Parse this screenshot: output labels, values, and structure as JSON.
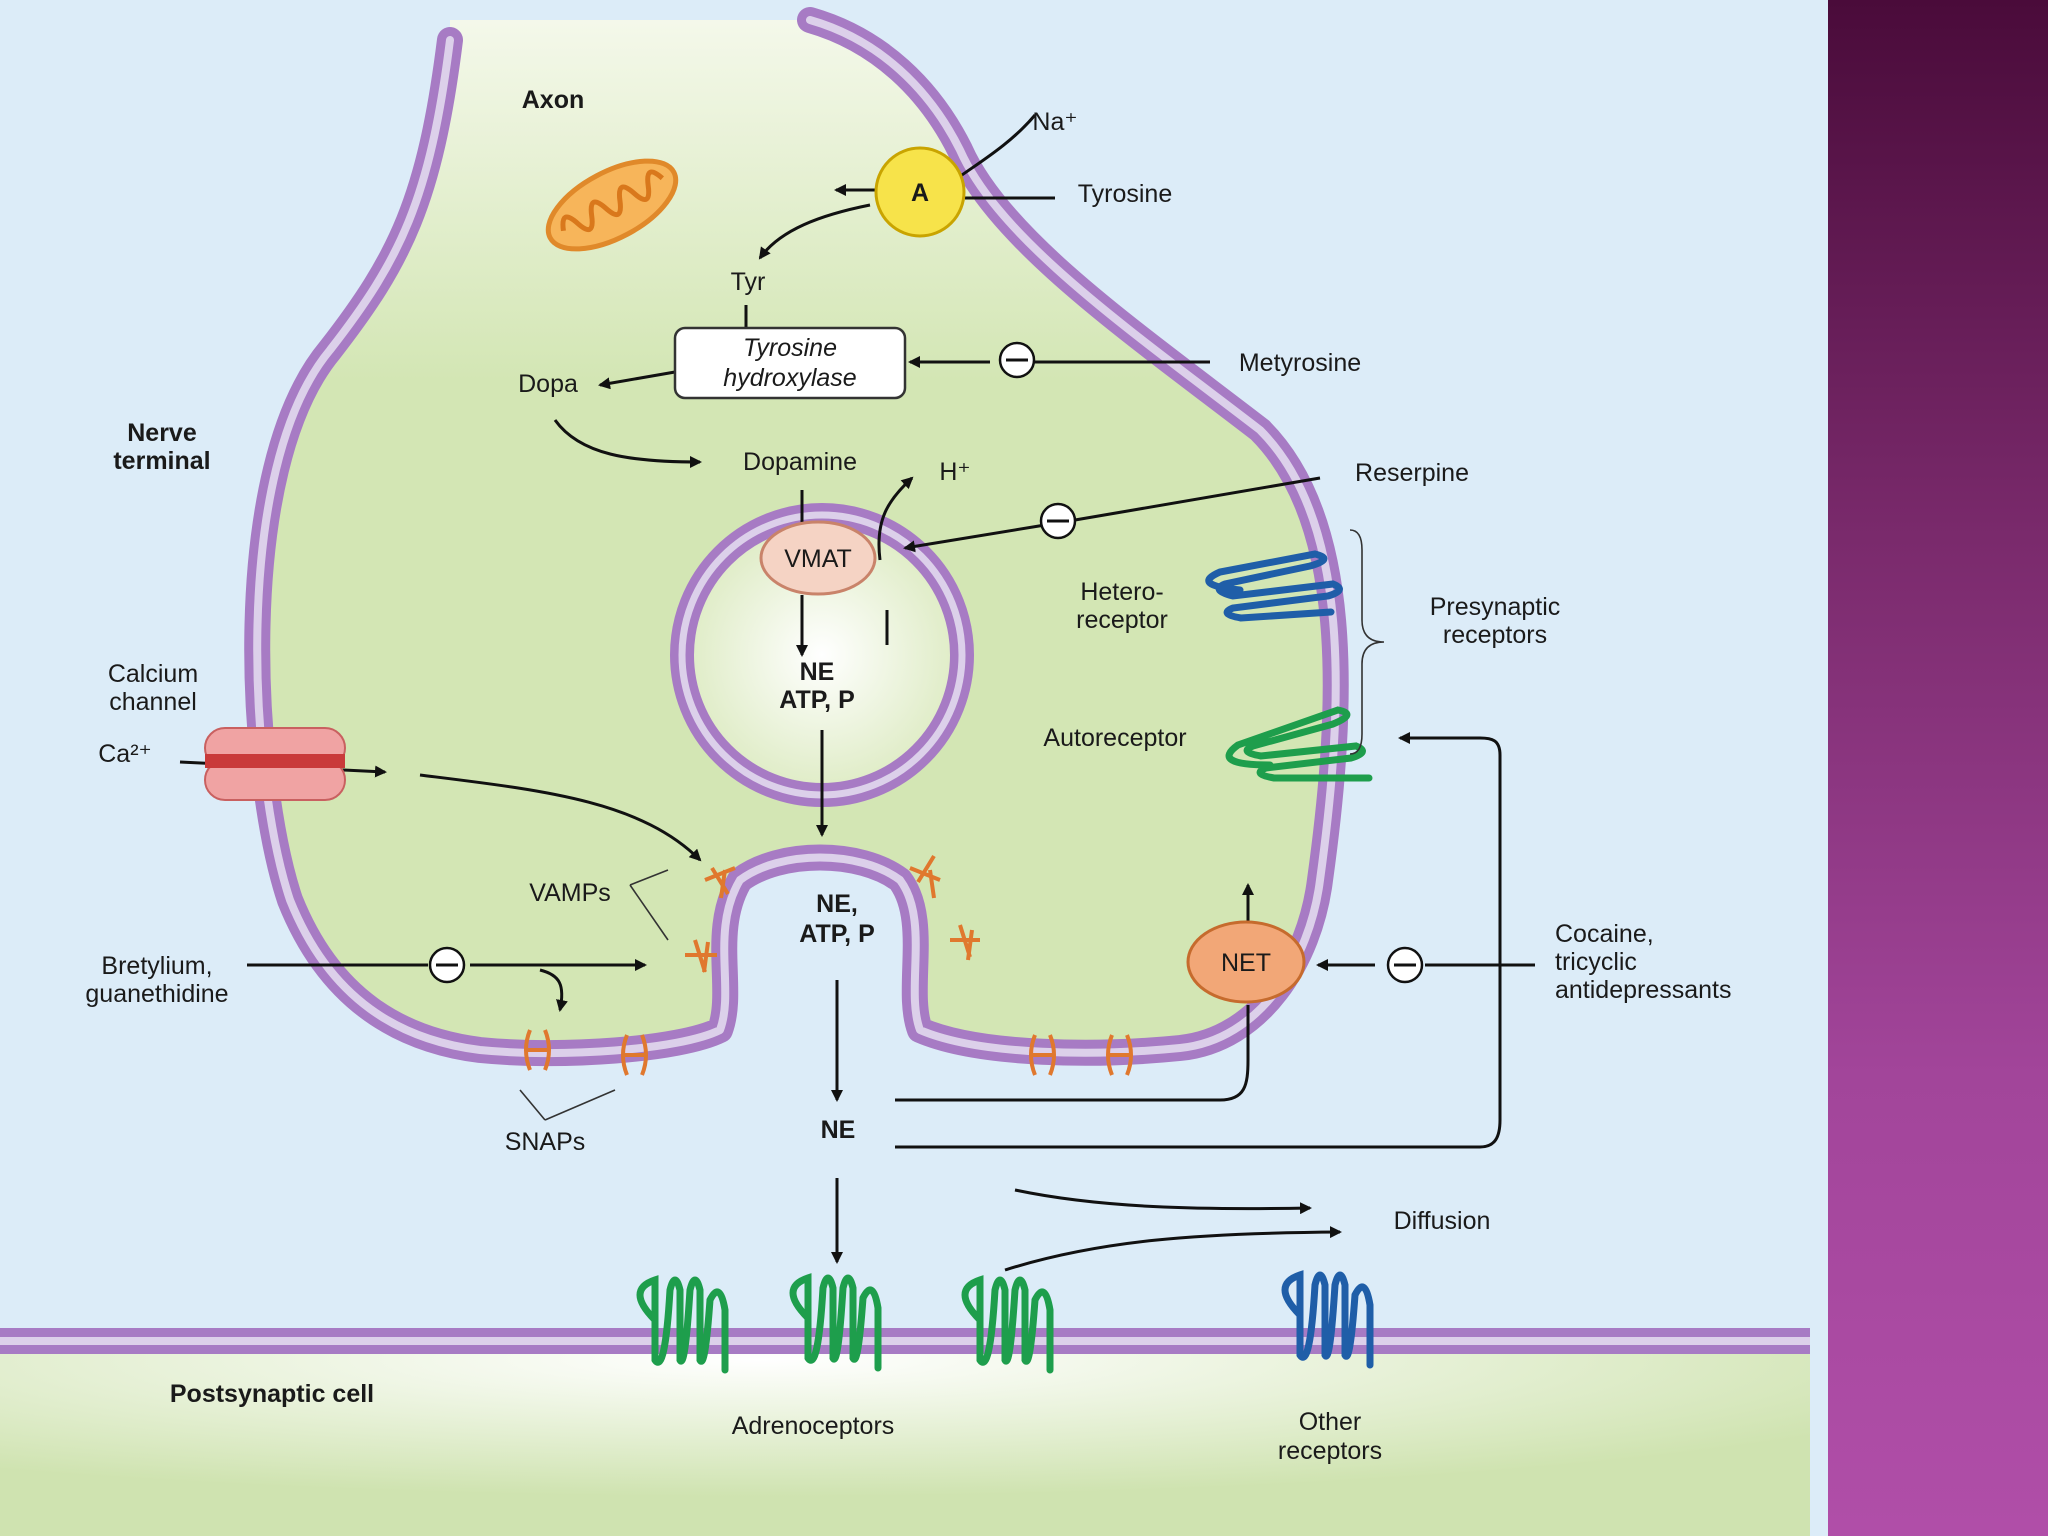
{
  "labels": {
    "axon": "Axon",
    "na": "Na⁺",
    "tyrosine": "Tyrosine",
    "transporter_a": "A",
    "tyr": "Tyr",
    "enzyme_line1": "Tyrosine",
    "enzyme_line2": "hydroxylase",
    "metyrosine": "Metyrosine",
    "dopa": "Dopa",
    "nerve_terminal_line1": "Nerve",
    "nerve_terminal_line2": "terminal",
    "dopamine": "Dopamine",
    "h": "H⁺",
    "reserpine": "Reserpine",
    "vmat": "VMAT",
    "hetero_line1": "Hetero-",
    "hetero_line2": "receptor",
    "presynaptic_line1": "Presynaptic",
    "presynaptic_line2": "receptors",
    "vesicle_line1": "NE",
    "vesicle_line2": "ATP, P",
    "calcium_line1": "Calcium",
    "calcium_line2": "channel",
    "ca": "Ca²⁺",
    "autoreceptor": "Autoreceptor",
    "vamps": "VAMPs",
    "fusion_line1": "NE,",
    "fusion_line2": "ATP, P",
    "bretylium_line1": "Bretylium,",
    "bretylium_line2": "guanethidine",
    "net": "NET",
    "cocaine_line1": "Cocaine,",
    "cocaine_line2": "tricyclic",
    "cocaine_line3": "antidepressants",
    "snaps": "SNAPs",
    "ne": "NE",
    "diffusion": "Diffusion",
    "postsynaptic": "Postsynaptic cell",
    "adrenoceptors": "Adrenoceptors",
    "other_line1": "Other",
    "other_line2": "receptors"
  },
  "colors": {
    "cytoplasm": "#d3e6b4",
    "synaptic_cleft": "#dcecf8",
    "membrane": "#a77bc4",
    "adrenoceptor": "#1e9e4c",
    "heteroreceptor": "#1f5ea8",
    "net_transporter": "#f2a777",
    "vmat": "#f5d3c4",
    "transporter_a": "#f7e34a",
    "mitochondrion": "#f0a33b",
    "snare_proteins": "#e0782e",
    "calcium_channel": "#e57c7c"
  },
  "icons": {
    "inhibition": "minus-circle-icon",
    "mitochondrion": "mitochondrion-icon",
    "receptor": "seven-transmembrane-receptor-icon"
  }
}
